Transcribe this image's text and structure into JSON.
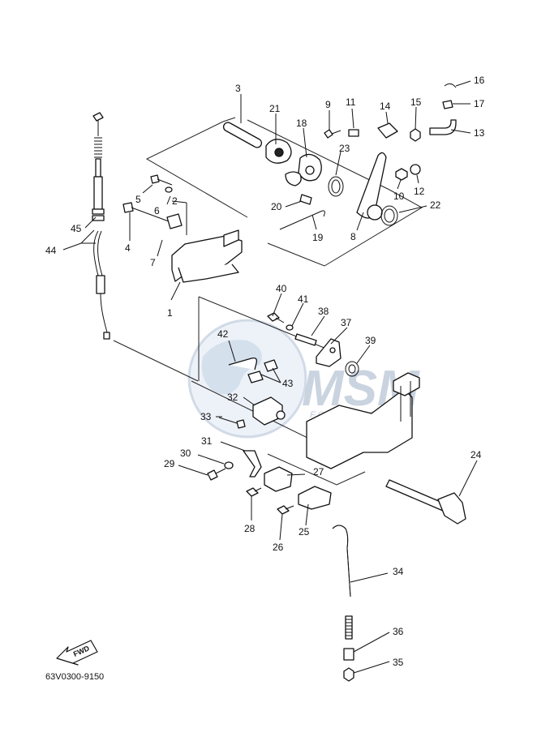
{
  "diagram_code": "63V0300-9150",
  "fwd_arrow_label": "FWD",
  "watermark": {
    "logo": "MSM",
    "subtitle": "FORPARTS"
  },
  "callouts": [
    {
      "id": "1",
      "label": "1"
    },
    {
      "id": "2",
      "label": "2"
    },
    {
      "id": "3",
      "label": "3"
    },
    {
      "id": "4",
      "label": "4"
    },
    {
      "id": "5",
      "label": "5"
    },
    {
      "id": "6",
      "label": "6"
    },
    {
      "id": "7",
      "label": "7"
    },
    {
      "id": "8",
      "label": "8"
    },
    {
      "id": "9",
      "label": "9"
    },
    {
      "id": "10",
      "label": "10"
    },
    {
      "id": "11",
      "label": "11"
    },
    {
      "id": "12",
      "label": "12"
    },
    {
      "id": "13",
      "label": "13"
    },
    {
      "id": "14",
      "label": "14"
    },
    {
      "id": "15",
      "label": "15"
    },
    {
      "id": "16",
      "label": "16"
    },
    {
      "id": "17",
      "label": "17"
    },
    {
      "id": "18",
      "label": "18"
    },
    {
      "id": "19",
      "label": "19"
    },
    {
      "id": "20",
      "label": "20"
    },
    {
      "id": "21",
      "label": "21"
    },
    {
      "id": "22",
      "label": "22"
    },
    {
      "id": "23",
      "label": "23"
    },
    {
      "id": "24",
      "label": "24"
    },
    {
      "id": "25",
      "label": "25"
    },
    {
      "id": "26",
      "label": "26"
    },
    {
      "id": "27",
      "label": "27"
    },
    {
      "id": "28",
      "label": "28"
    },
    {
      "id": "29",
      "label": "29"
    },
    {
      "id": "30",
      "label": "30"
    },
    {
      "id": "31",
      "label": "31"
    },
    {
      "id": "32",
      "label": "32"
    },
    {
      "id": "33",
      "label": "33"
    },
    {
      "id": "34",
      "label": "34"
    },
    {
      "id": "35",
      "label": "35"
    },
    {
      "id": "36",
      "label": "36"
    },
    {
      "id": "37",
      "label": "37"
    },
    {
      "id": "38",
      "label": "38"
    },
    {
      "id": "39",
      "label": "39"
    },
    {
      "id": "40",
      "label": "40"
    },
    {
      "id": "41",
      "label": "41"
    },
    {
      "id": "42",
      "label": "42"
    },
    {
      "id": "43",
      "label": "43"
    },
    {
      "id": "44",
      "label": "44"
    },
    {
      "id": "45",
      "label": "45"
    }
  ]
}
